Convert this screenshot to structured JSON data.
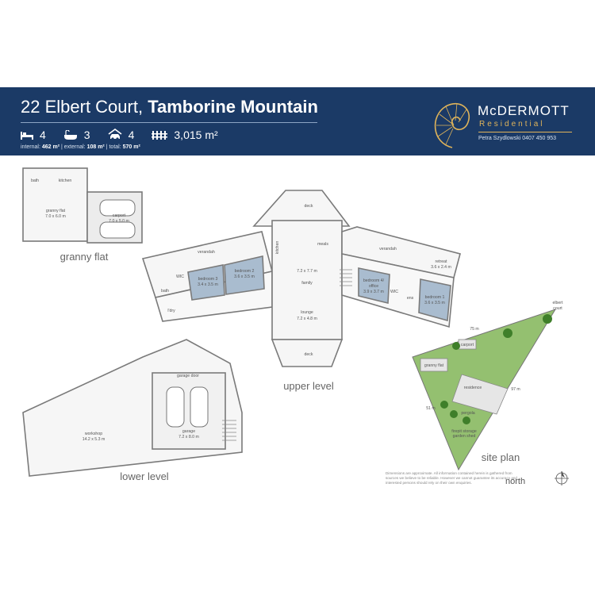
{
  "header": {
    "address_street": "22 Elbert Court,",
    "address_suburb": "Tamborine Mountain",
    "stats": [
      {
        "icon": "bed-icon",
        "value": "4"
      },
      {
        "icon": "bath-icon",
        "value": "3"
      },
      {
        "icon": "car-icon",
        "value": "4"
      },
      {
        "icon": "fence-icon",
        "value": "3,015 m²"
      }
    ],
    "areas": {
      "internal_label": "internal:",
      "internal": "462 m²",
      "external_label": "external:",
      "external": "108 m²",
      "total_label": "total:",
      "total": "570 m²"
    },
    "brand": {
      "name": "McDERMOTT",
      "sub": "Residential",
      "agent": "Petra Szydlowski 0407 450 953"
    }
  },
  "colors": {
    "banner": "#1b3a66",
    "gold": "#e0b45a",
    "room_blue": "#a4b8cc",
    "wall": "#7a7a7a",
    "grass": "#93c06e"
  },
  "granny": {
    "title": "granny flat",
    "bath": "bath",
    "kitchen": "kitchen",
    "flat": "granny flat",
    "flat_dim": "7.0 x 6.0 m",
    "carport": "carport",
    "carport_dim": "7.0 x 5.0 m"
  },
  "upper": {
    "title": "upper level",
    "deck_top": "deck",
    "deck_bottom": "deck",
    "verandah_left": "verandah",
    "verandah_right": "verandah",
    "bedroom3": "bedroom 3",
    "bedroom3_dim": "3.4 x 3.5 m",
    "bedroom2": "bedroom 2",
    "bedroom2_dim": "3.6 x 3.5 m",
    "wic": "WIC",
    "bath": "bath",
    "dry": "l'dry",
    "kitchen": "kitchen",
    "meals": "meals",
    "family_dim": "7.2 x 7.7 m",
    "family": "family",
    "lounge": "lounge",
    "lounge_dim": "7.2 x 4.8 m",
    "bedroom4": "bedroom 4/",
    "office": "office",
    "bedroom4_dim": "3.9 x 3.7 m",
    "ens": "ens",
    "wic2": "WIC",
    "bedroom1": "bedroom 1",
    "bedroom1_dim": "3.6 x 3.5 m",
    "retreat": "retreat",
    "retreat_dim": "3.6 x 2.4 m"
  },
  "lower": {
    "title": "lower level",
    "garage_door": "garage door",
    "workshop": "workshop",
    "workshop_dim": "14.2 x 5.3 m",
    "garage": "garage",
    "garage_dim": "7.2 x 8.0 m"
  },
  "site": {
    "title": "site plan",
    "street": "elbert",
    "street2": "court",
    "carport": "carport",
    "granny": "granny flat",
    "residence": "residence",
    "pergola": "pergola",
    "firepit": "firepit storage",
    "garden": "garden shed",
    "dim_top": "75 m",
    "dim_right": "97 m",
    "dim_left": "51 m"
  },
  "footer": {
    "disclaimer": "Dimensions are approximate. All information contained herein is gathered from sources we believe to be reliable. However we cannot guarantee its accuracy and interested persons should rely on their own enquiries.",
    "north": "north"
  }
}
